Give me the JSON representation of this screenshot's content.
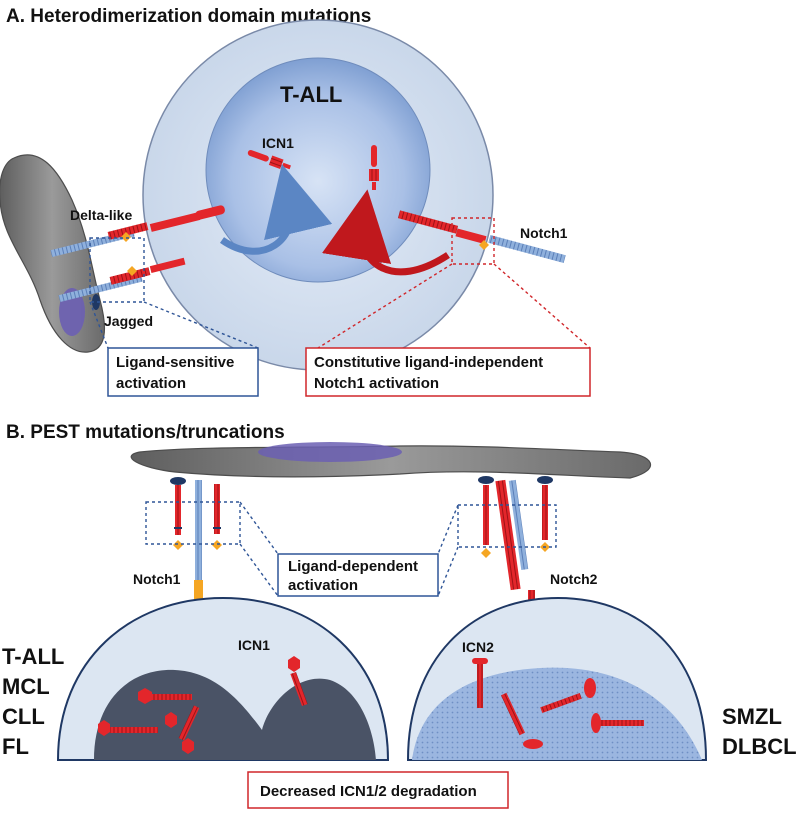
{
  "sectionA": {
    "title": "A. Heterodimerization domain mutations",
    "cell_label": "T-ALL",
    "icn_label": "ICN1",
    "delta_label": "Delta-like",
    "jagged_label": "Jagged",
    "notch_label": "Notch1",
    "box_ligand_sensitive": [
      "Ligand-sensitive",
      "activation"
    ],
    "box_constitutive": [
      "Constitutive ligand-independent",
      "Notch1 activation"
    ]
  },
  "sectionB": {
    "title": "B. PEST mutations/truncations",
    "notch1_label": "Notch1",
    "notch2_label": "Notch2",
    "icn1_label": "ICN1",
    "icn2_label": "ICN2",
    "box_ligand_dependent": [
      "Ligand-dependent",
      "activation"
    ],
    "left_diseases": [
      "T-ALL",
      "MCL",
      "CLL",
      "FL"
    ],
    "right_diseases": [
      "SMZL",
      "DLBCL"
    ],
    "box_degradation": "Decreased ICN1/2 degradation"
  },
  "colors": {
    "red": "#e3262b",
    "blue_stripe": "#7f9fcf",
    "cell_fill": "#dce6f2",
    "nucleus_blue": "#8eaadb",
    "dark_gray": "#4a5366",
    "gray_cell": "#7f7f7f",
    "orange": "#f5a623",
    "box_blue": "#2f5597",
    "box_red": "#d0262a"
  }
}
